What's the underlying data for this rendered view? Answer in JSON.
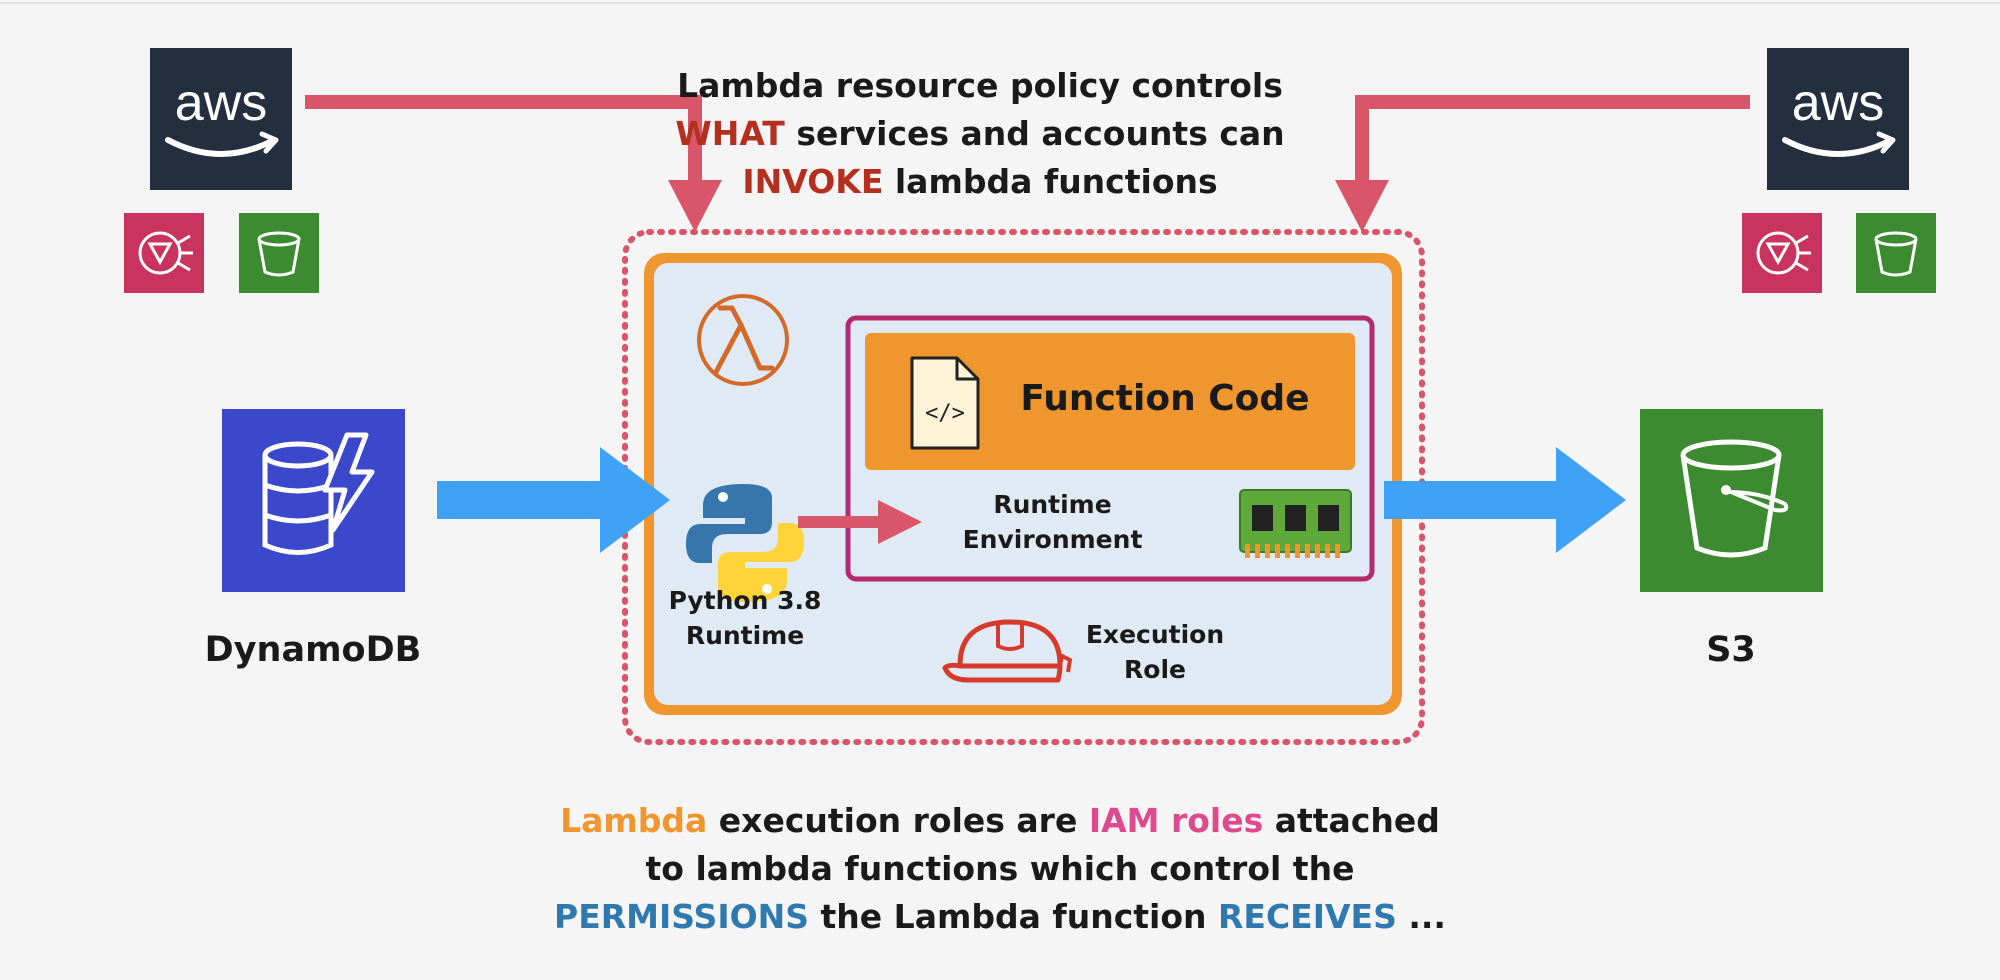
{
  "colors": {
    "background": "#f5f5f5",
    "arrow_red": "#d9566a",
    "arrow_blue": "#3fa2f7",
    "lambda_orange": "#f0962f",
    "env_pink": "#b52a6e",
    "dynamodb_blue": "#3b48cc",
    "s3_green": "#3d8b30",
    "aws_dark": "#232f3e",
    "sns_pink": "#c8335f"
  },
  "icons": {
    "aws_logo_left": "aws-logo",
    "aws_logo_right": "aws-logo",
    "sns_left": "sns-service-icon",
    "s3_small_left": "s3-bucket-icon",
    "sns_right": "sns-service-icon",
    "s3_small_right": "s3-bucket-icon",
    "lambda": "lambda-icon",
    "python": "python-logo-icon",
    "code_file": "code-file-icon",
    "memory": "memory-chip-icon",
    "role": "hard-hat-icon",
    "dynamodb": "dynamodb-icon",
    "s3": "s3-bucket-icon"
  },
  "aws_logo_text": "aws",
  "resource_policy_caption": {
    "line1": "Lambda resource policy controls",
    "line2_highlight": "WHAT",
    "line2_rest": " services and accounts can",
    "line3_highlight": "INVOKE",
    "line3_rest": " lambda functions"
  },
  "function_code_label": "Function Code",
  "runtime_environment_label": [
    "Runtime",
    "Environment"
  ],
  "python_runtime_label": [
    "Python 3.8",
    "Runtime"
  ],
  "execution_role_label": [
    "Execution",
    "Role"
  ],
  "dynamodb_label": "DynamoDB",
  "s3_label": "S3",
  "execution_role_caption": {
    "line1_a": "Lambda",
    "line1_b": " execution roles are ",
    "line1_c": "IAM roles",
    "line1_d": " attached",
    "line2": "to lambda functions which control the",
    "line3_a": "PERMISSIONS",
    "line3_b": " the Lambda function ",
    "line3_c": "RECEIVES",
    "line3_d": " ..."
  }
}
